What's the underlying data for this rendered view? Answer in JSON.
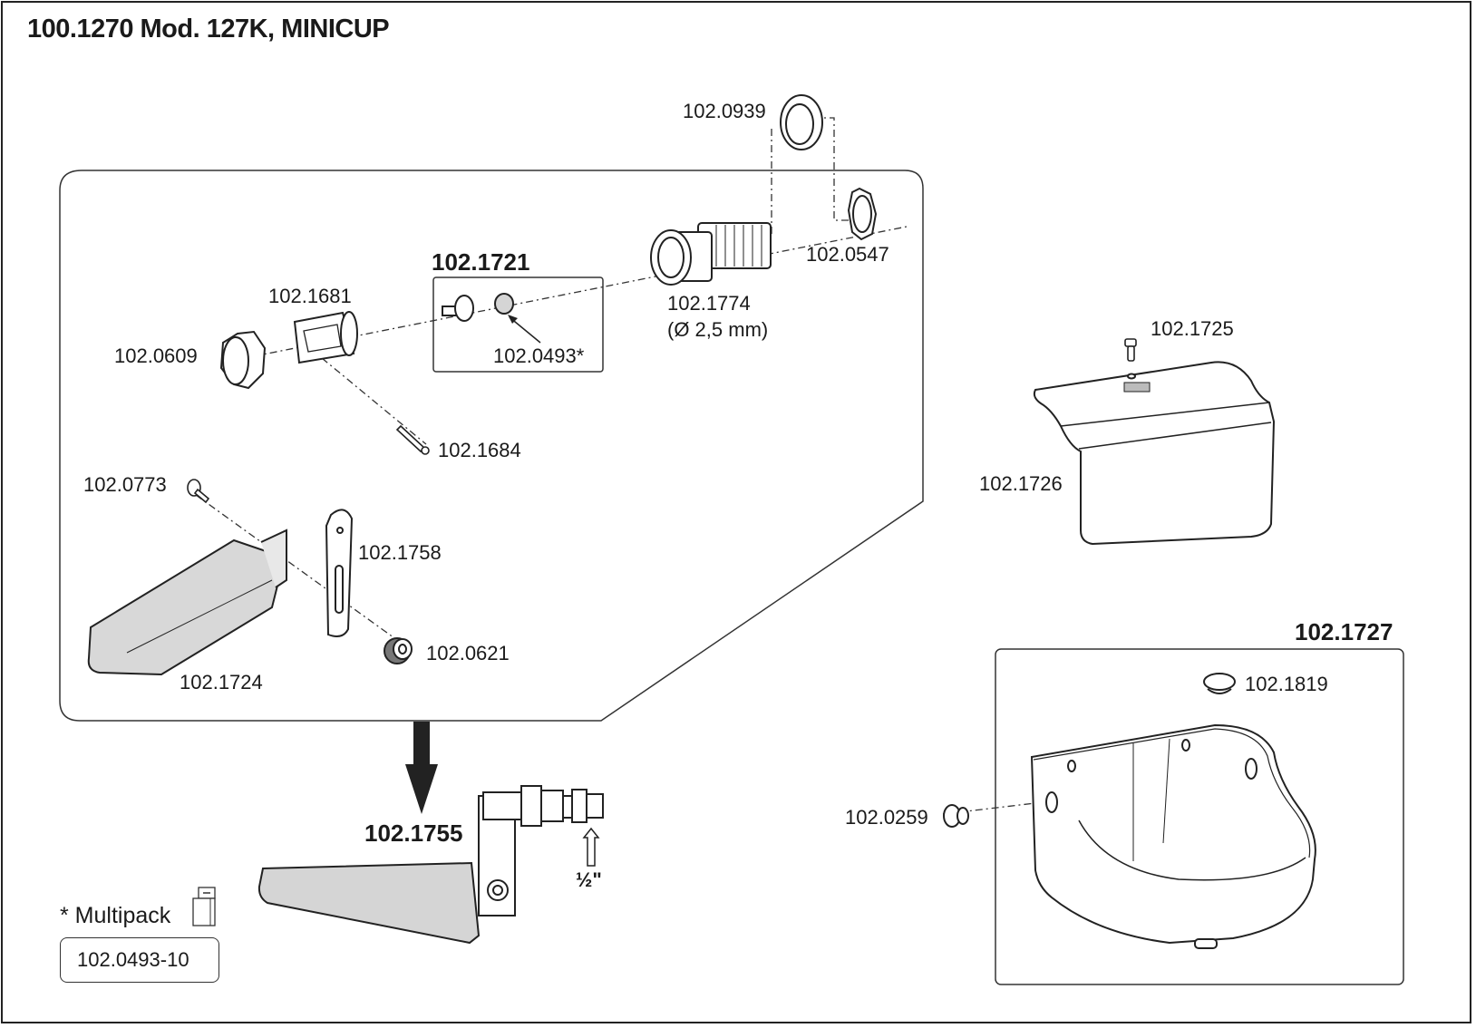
{
  "title": "100.1270 Mod. 127K, MINICUP",
  "parts": {
    "p0939": "102.0939",
    "p0547": "102.0547",
    "p1721": "102.1721",
    "p1774": "102.1774",
    "p1774_note": "(Ø 2,5 mm)",
    "p1681": "102.1681",
    "p0609": "102.0609",
    "p0493": "102.0493*",
    "p1684": "102.1684",
    "p0773": "102.0773",
    "p1758": "102.1758",
    "p0621": "102.0621",
    "p1724": "102.1724",
    "p1725": "102.1725",
    "p1726": "102.1726",
    "p1727": "102.1727",
    "p1819": "102.1819",
    "p0259": "102.0259",
    "p1755": "102.1755",
    "thread_size": "½\""
  },
  "multipack": {
    "label": "* Multipack",
    "part": "102.0493-10",
    "icon": "multipack-box-icon"
  }
}
